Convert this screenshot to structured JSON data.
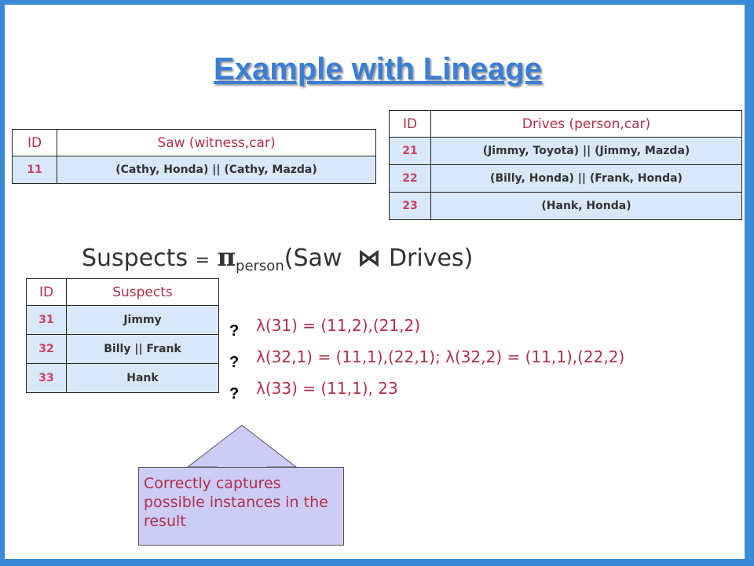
{
  "slide": {
    "title": "Example with Lineage"
  },
  "saw_table": {
    "headers": [
      "ID",
      "Saw (witness,car)"
    ],
    "rows": [
      {
        "id": "11",
        "value": "(Cathy, Honda) || (Cathy, Mazda)"
      }
    ]
  },
  "drives_table": {
    "headers": [
      "ID",
      "Drives (person,car)"
    ],
    "rows": [
      {
        "id": "21",
        "value": "(Jimmy, Toyota) || (Jimmy, Mazda)"
      },
      {
        "id": "22",
        "value": "(Billy, Honda) || (Frank, Honda)"
      },
      {
        "id": "23",
        "value": "(Hank, Honda)"
      }
    ]
  },
  "formula": {
    "lhs": "Suspects",
    "eq": "=",
    "pi": "π",
    "sub": "person",
    "open": "(Saw",
    "join": "⋈",
    "close": "Drives)"
  },
  "suspects_table": {
    "headers": [
      "ID",
      "Suspects"
    ],
    "rows": [
      {
        "id": "31",
        "value": "Jimmy"
      },
      {
        "id": "32",
        "value": "Billy || Frank"
      },
      {
        "id": "33",
        "value": "Hank"
      }
    ]
  },
  "lineage": {
    "marks": [
      "?",
      "?",
      "?"
    ],
    "lines": [
      "λ(31) = (11,2),(21,2)",
      "λ(32,1) = (11,1),(22,1);  λ(32,2) = (11,1),(22,2)",
      "λ(33) = (11,1), 23"
    ]
  },
  "callout": {
    "text": "Correctly captures possible instances in the result"
  }
}
